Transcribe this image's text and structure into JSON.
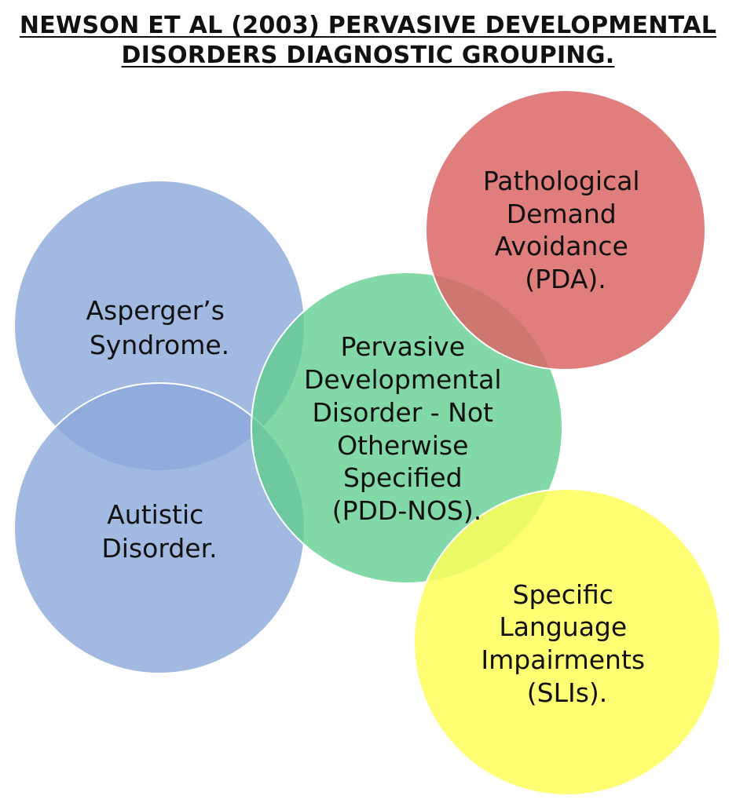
{
  "title": {
    "line1": "NEWSON ET AL (2003) PERVASIVE DEVELOPMENTAL",
    "line2": "DISORDERS DIAGNOSTIC GROUPING."
  },
  "circles": [
    {
      "id": "aspergers",
      "lines": [
        "Asperger’s",
        "Syndrome."
      ],
      "color": "#8EA9DB"
    },
    {
      "id": "autistic",
      "lines": [
        "Autistic",
        "Disorder."
      ],
      "color": "#8EA9DB"
    },
    {
      "id": "pdd-nos",
      "lines": [
        "Pervasive",
        "Developmental",
        "Disorder - Not",
        "Otherwise",
        "Specified",
        "(PDD-NOS)."
      ],
      "color": "#5FCD8E"
    },
    {
      "id": "pda",
      "lines": [
        "Pathological",
        "Demand",
        "Avoidance",
        "(PDA)."
      ],
      "color": "#DB6666"
    },
    {
      "id": "sli",
      "lines": [
        "Specific",
        "Language",
        "Impairments",
        "(SLIs)."
      ],
      "color": "#FFFF5C"
    }
  ]
}
